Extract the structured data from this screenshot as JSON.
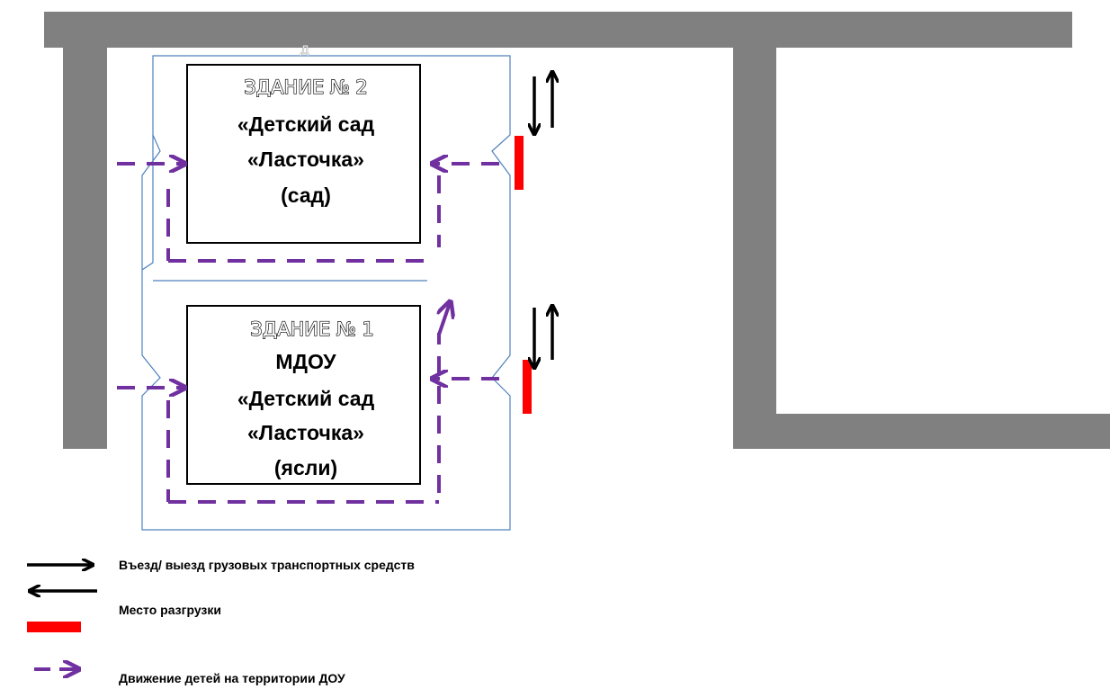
{
  "colors": {
    "road": "#808080",
    "path": "#7030a0",
    "unload": "#ff0000",
    "fence": "#4f81bd",
    "arrow": "#000000"
  },
  "top_mark": "Д",
  "buildings": [
    {
      "name": "ЗДАНИЕ № 2",
      "lines": [
        "«Детский сад",
        "«Ласточка»",
        "(сад)"
      ]
    },
    {
      "name": "ЗДАНИЕ № 1",
      "lines": [
        "МДОУ",
        "«Детский сад",
        "«Ласточка»",
        "(ясли)"
      ]
    }
  ],
  "legend": [
    {
      "icon": "two-way-arrow-icon",
      "label": "Въезд/ выезд грузовых транспортных средств"
    },
    {
      "icon": "red-bar-icon",
      "label": "Место разгрузки"
    },
    {
      "icon": "dashed-arrow-icon",
      "label": "Движение детей на территории ДОУ"
    }
  ]
}
